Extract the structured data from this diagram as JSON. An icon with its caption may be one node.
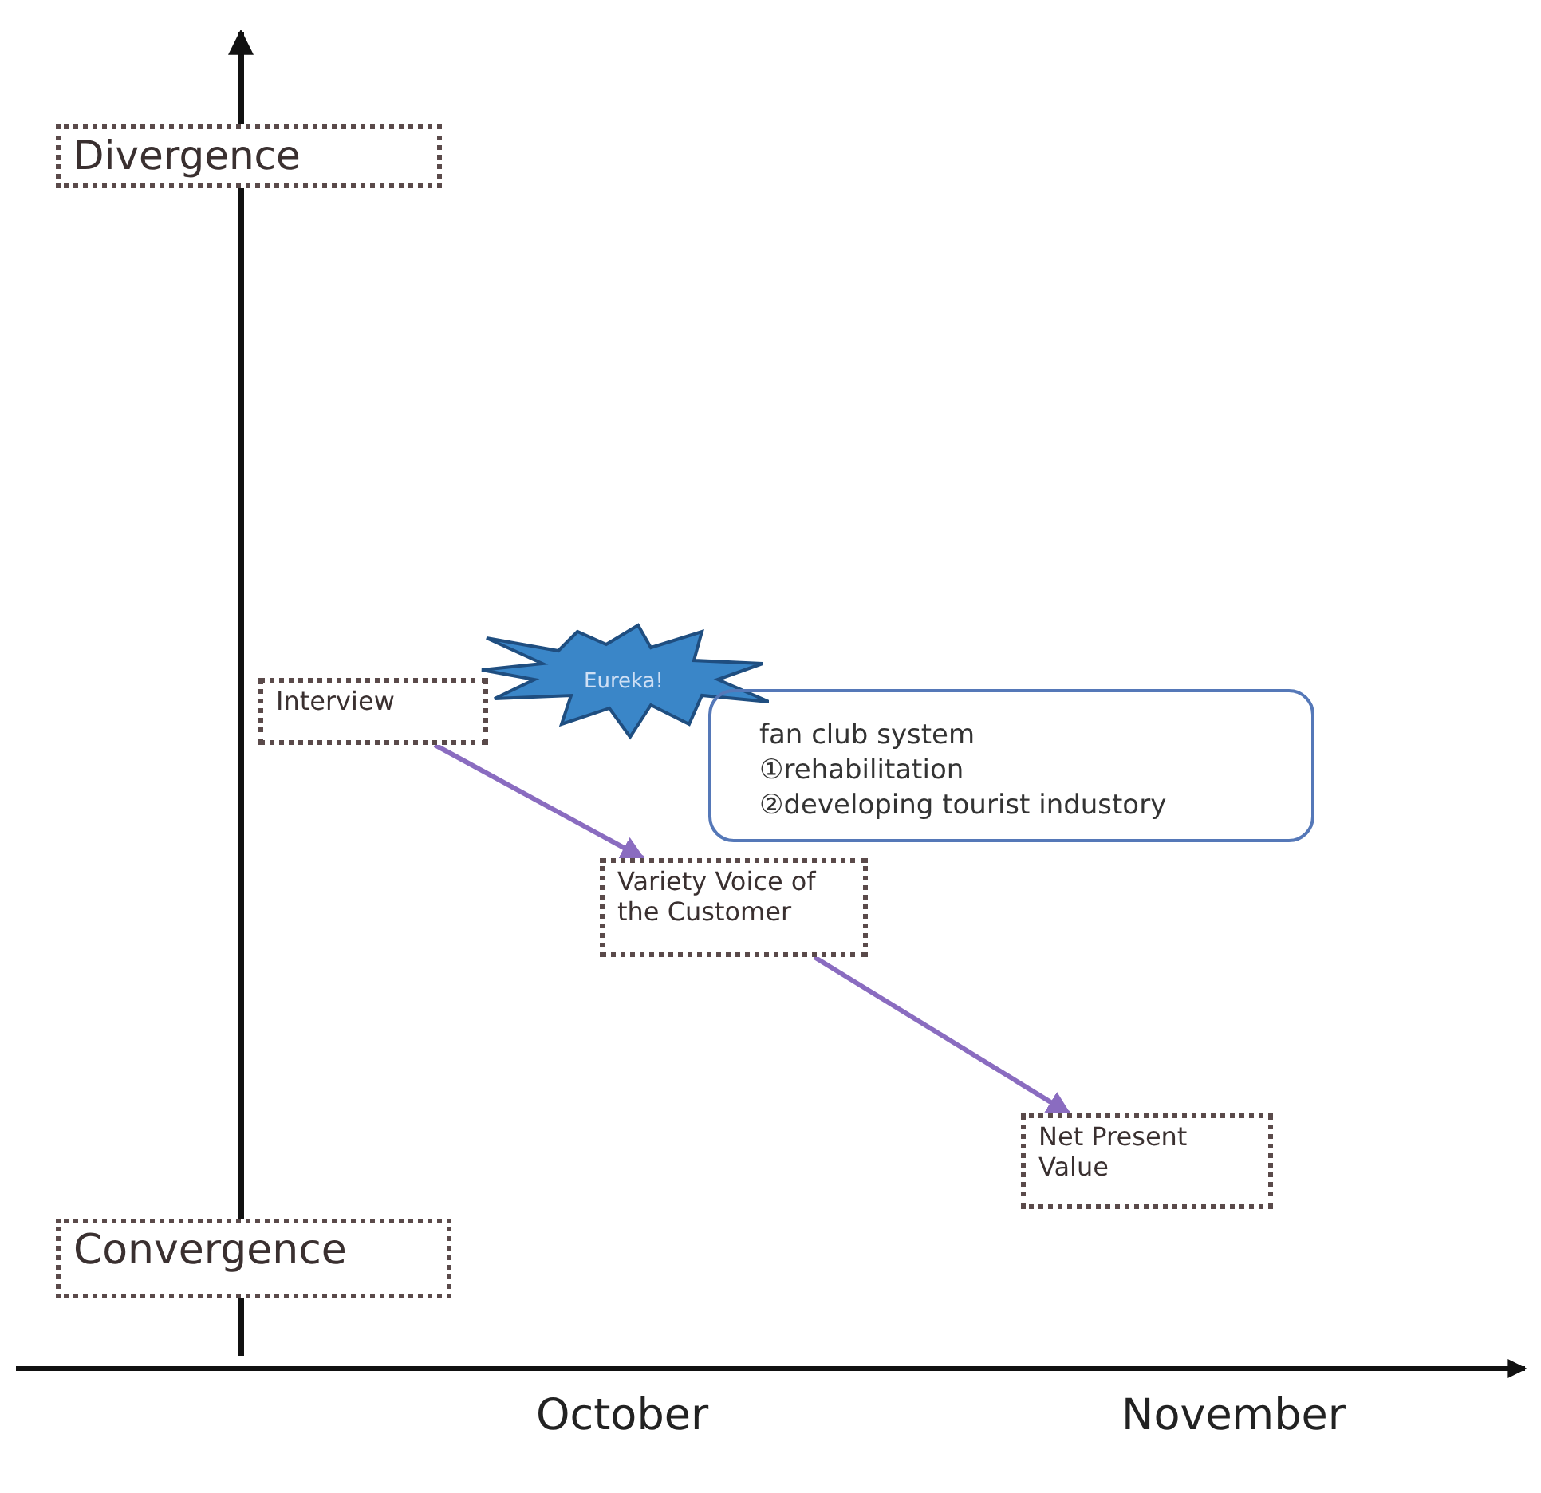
{
  "diagram": {
    "nodes": [
      {
        "text": [
          "Divergence"
        ]
      },
      {
        "text": [
          "Convergence"
        ]
      },
      {
        "text": [
          "Interview"
        ]
      },
      {
        "text": [
          "Eureka!"
        ]
      },
      {
        "text": [
          "fan club system",
          "①rehabilitation",
          "②developing tourist industory"
        ]
      },
      {
        "text": [
          "Variety Voice of the Customer"
        ]
      },
      {
        "text": [
          "Net Present Value"
        ]
      }
    ],
    "edges": [
      {
        "from": 2,
        "to": 5,
        "arrow": "to"
      },
      {
        "from": 5,
        "to": 6,
        "arrow": "to"
      }
    ],
    "labels": [
      "October",
      "November"
    ]
  }
}
